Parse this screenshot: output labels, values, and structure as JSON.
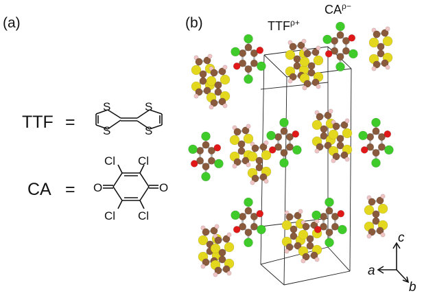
{
  "panels": {
    "a_label": "(a)",
    "b_label": "(b)"
  },
  "molecules": {
    "ttf_name": "TTF",
    "ca_name": "CA",
    "equals": "=",
    "sulfur": "S",
    "chlorine": "Cl",
    "oxygen": "O"
  },
  "crystal": {
    "ttf_label_base": "TTF",
    "ttf_label_sup": "ρ+",
    "ca_label_base": "CA",
    "ca_label_sup": "ρ−"
  },
  "axes": {
    "a": "a",
    "b": "b",
    "c": "c"
  },
  "colors": {
    "sulfur": "#e4d81e",
    "carbon": "#8a5a3c",
    "hydrogen": "#f0c4c4",
    "chlorine": "#3fcc2a",
    "oxygen": "#e01818",
    "bond": "#b9b9b9",
    "cell": "#222222"
  }
}
